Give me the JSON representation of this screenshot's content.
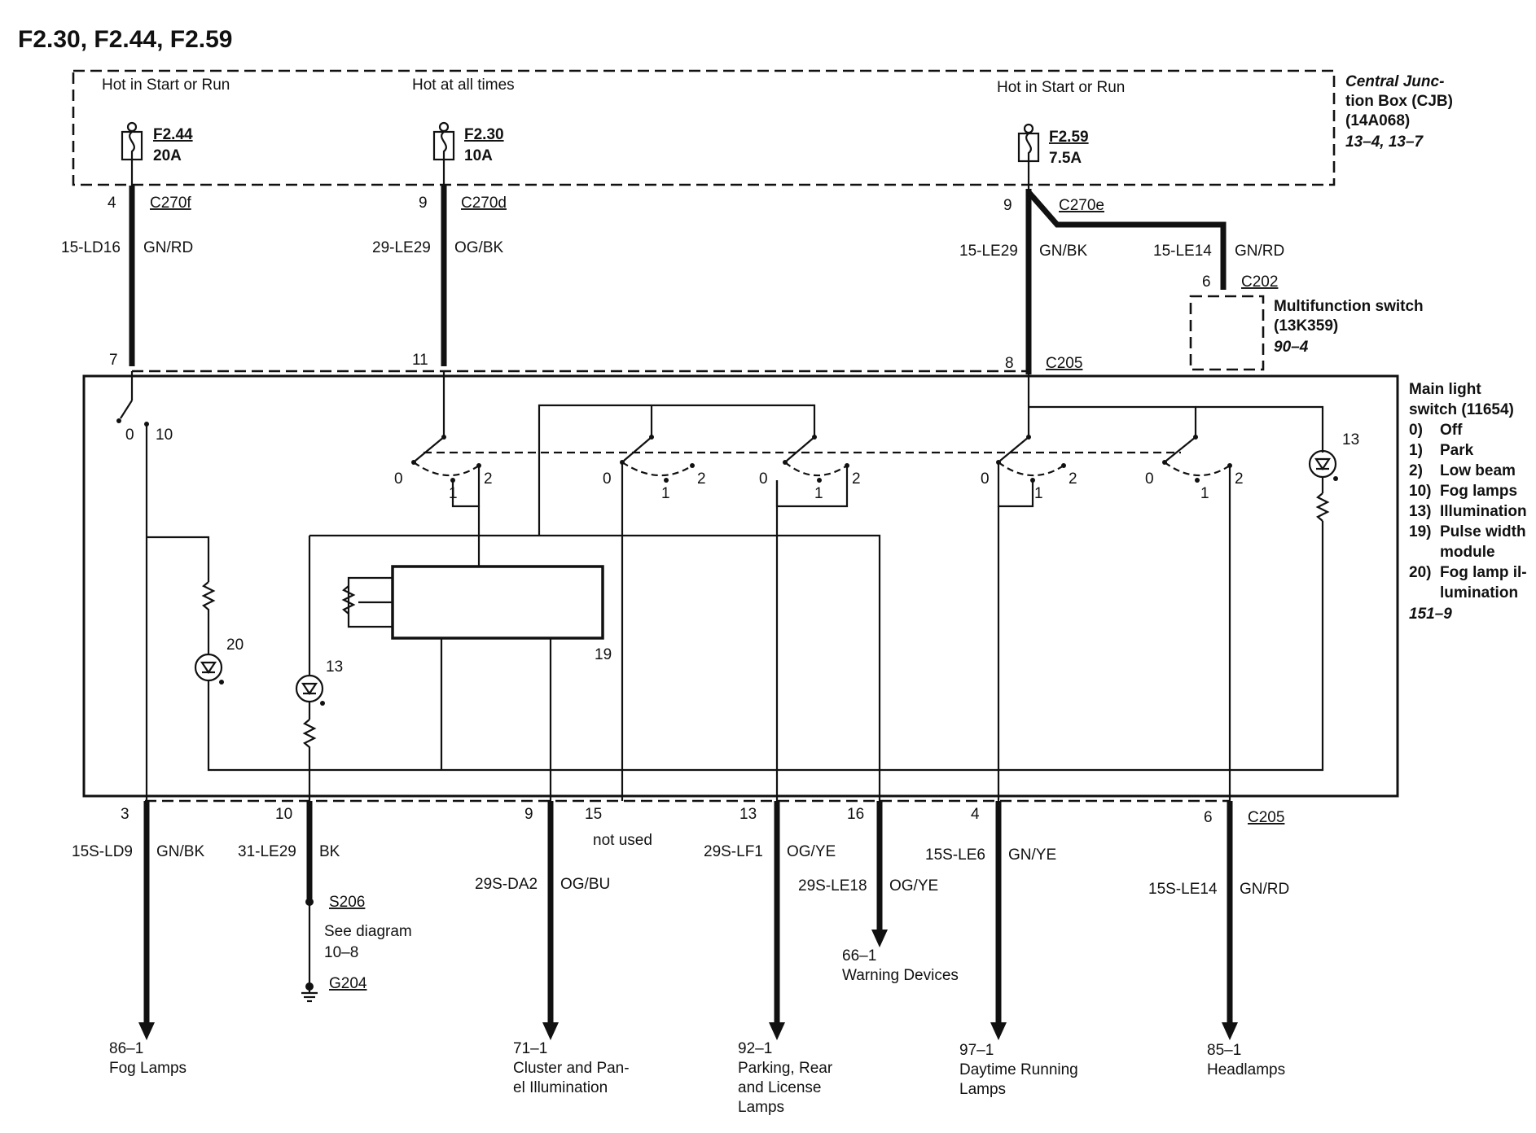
{
  "title": "F2.30, F2.44, F2.59",
  "cjb": {
    "label_lines": [
      "Central Junc-",
      "tion Box (CJB)",
      "(14A068)"
    ],
    "ref": "13–4, 13–7"
  },
  "fuses": [
    {
      "hot_label": "Hot in Start or Run",
      "id": "F2.44",
      "rating": "20A",
      "pin": "4",
      "connector": "C270f",
      "circuit": "15-LD16",
      "color": "GN/RD",
      "switch_pin": "7"
    },
    {
      "hot_label": "Hot at all times",
      "id": "F2.30",
      "rating": "10A",
      "pin": "9",
      "connector": "C270d",
      "circuit": "29-LE29",
      "color": "OG/BK",
      "switch_pin": "11"
    },
    {
      "hot_label": "Hot in Start or Run",
      "id": "F2.59",
      "rating": "7.5A",
      "pin": "9",
      "connector": "C270e",
      "circuit": "15-LE29",
      "color": "GN/BK",
      "switch_pin": "8",
      "switch_connector": "C205"
    }
  ],
  "multifunction": {
    "circuit": "15-LE14",
    "color": "GN/RD",
    "pin": "6",
    "connector": "C202",
    "label_lines": [
      "Multifunction switch",
      "(13K359)"
    ],
    "ref": "90–4"
  },
  "main_switch": {
    "label_lines": [
      "Main light",
      "switch (11654)"
    ],
    "legend": [
      [
        "0)",
        "Off"
      ],
      [
        "1)",
        "Park"
      ],
      [
        "2)",
        "Low beam"
      ],
      [
        "10)",
        "Fog lamps"
      ],
      [
        "13)",
        "Illumination"
      ],
      [
        "19)",
        "Pulse width"
      ],
      [
        "",
        "module"
      ],
      [
        "20)",
        "Fog lamp il-"
      ],
      [
        "",
        "lumination"
      ]
    ],
    "ref": "151–9",
    "internal": {
      "fog_pos_off": "0",
      "fog_pos_on": "10",
      "pos0": "0",
      "pos1": "1",
      "pos2": "2",
      "lamp13": "13",
      "lamp20": "20",
      "module19": "19"
    }
  },
  "outputs": [
    {
      "pin": "3",
      "circuit": "15S-LD9",
      "color": "GN/BK",
      "dest_ref": "86–1",
      "dest_lines": [
        "Fog Lamps"
      ]
    },
    {
      "pin": "10",
      "circuit": "31-LE29",
      "color": "BK",
      "splice": "S206",
      "see_lines": [
        "See diagram",
        "10–8"
      ],
      "ground": "G204"
    },
    {
      "pin": "9",
      "circuit": "29S-DA2",
      "color": "OG/BU",
      "dest_ref": "71–1",
      "dest_lines": [
        "Cluster and Pan-",
        "el Illumination"
      ]
    },
    {
      "pin": "15",
      "note": "not used"
    },
    {
      "pin": "13",
      "circuit": "29S-LF1",
      "color": "OG/YE",
      "dest_ref": "92–1",
      "dest_lines": [
        "Parking, Rear",
        "and License",
        "Lamps"
      ]
    },
    {
      "pin": "16",
      "circuit": "29S-LE18",
      "color": "OG/YE",
      "dest_ref": "66–1",
      "dest_lines": [
        "Warning Devices"
      ]
    },
    {
      "pin": "4",
      "circuit": "15S-LE6",
      "color": "GN/YE",
      "dest_ref": "97–1",
      "dest_lines": [
        "Daytime Running",
        "Lamps"
      ]
    },
    {
      "pin": "6",
      "connector": "C205",
      "circuit": "15S-LE14",
      "color": "GN/RD",
      "dest_ref": "85–1",
      "dest_lines": [
        "Headlamps"
      ]
    }
  ]
}
